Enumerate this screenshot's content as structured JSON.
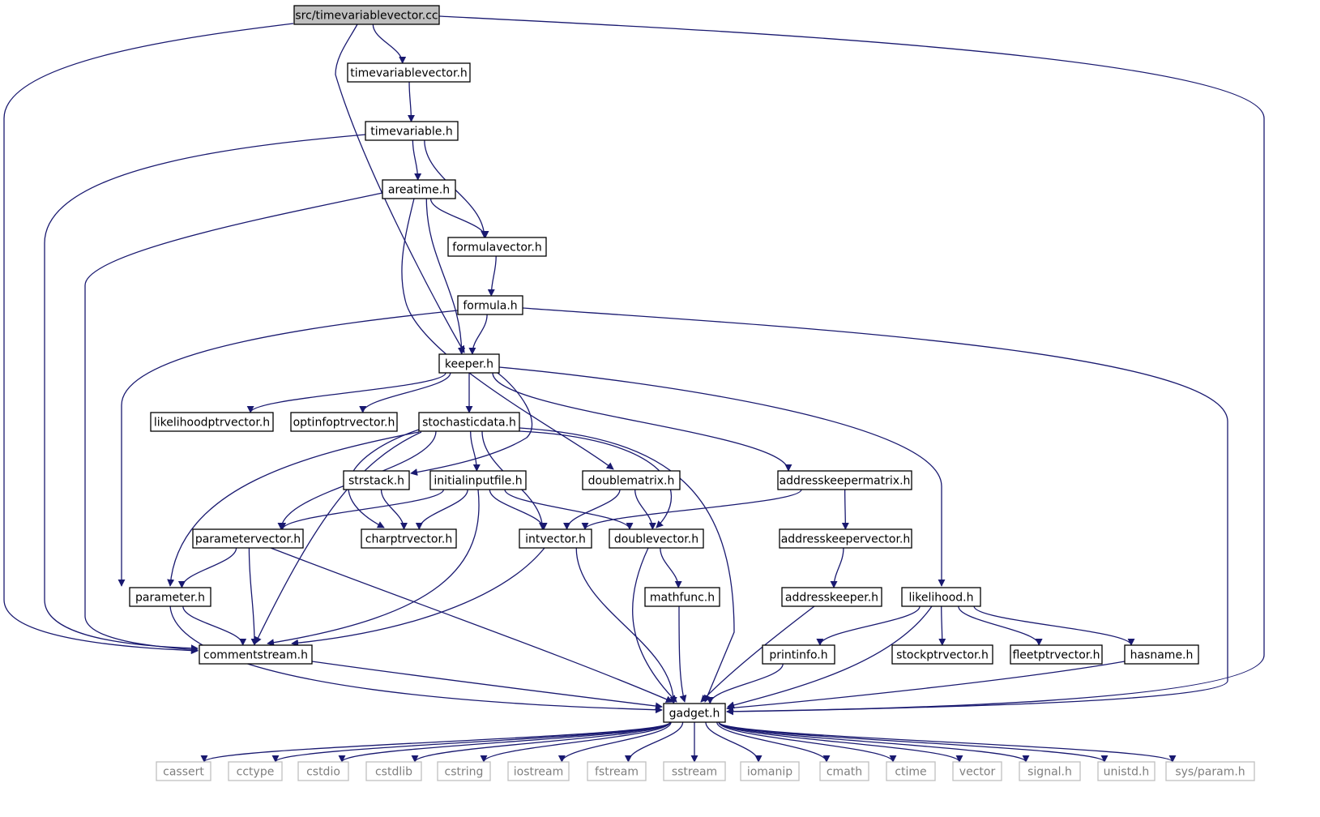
{
  "diagram": {
    "edge_color": "#191970",
    "root_fill": "#bfbfbf",
    "system_header_border": "#bfbfbf",
    "nodes": [
      {
        "id": "root",
        "label": "src/timevariablevector.cc",
        "kind": "root"
      },
      {
        "id": "tvv",
        "label": "timevariablevector.h",
        "kind": "local"
      },
      {
        "id": "tv",
        "label": "timevariable.h",
        "kind": "local"
      },
      {
        "id": "area",
        "label": "areatime.h",
        "kind": "local"
      },
      {
        "id": "fv",
        "label": "formulavector.h",
        "kind": "local"
      },
      {
        "id": "formula",
        "label": "formula.h",
        "kind": "local"
      },
      {
        "id": "keeper",
        "label": "keeper.h",
        "kind": "local"
      },
      {
        "id": "lpv",
        "label": "likelihoodptrvector.h",
        "kind": "local"
      },
      {
        "id": "oipv",
        "label": "optinfoptrvector.h",
        "kind": "local"
      },
      {
        "id": "sd",
        "label": "stochasticdata.h",
        "kind": "local"
      },
      {
        "id": "strstack",
        "label": "strstack.h",
        "kind": "local"
      },
      {
        "id": "iif",
        "label": "initialinputfile.h",
        "kind": "local"
      },
      {
        "id": "dm",
        "label": "doublematrix.h",
        "kind": "local"
      },
      {
        "id": "akm",
        "label": "addresskeepermatrix.h",
        "kind": "local"
      },
      {
        "id": "pv",
        "label": "parametervector.h",
        "kind": "local"
      },
      {
        "id": "cpv",
        "label": "charptrvector.h",
        "kind": "local"
      },
      {
        "id": "iv",
        "label": "intvector.h",
        "kind": "local"
      },
      {
        "id": "dv",
        "label": "doublevector.h",
        "kind": "local"
      },
      {
        "id": "akv",
        "label": "addresskeepervector.h",
        "kind": "local"
      },
      {
        "id": "param",
        "label": "parameter.h",
        "kind": "local"
      },
      {
        "id": "mf",
        "label": "mathfunc.h",
        "kind": "local"
      },
      {
        "id": "ak",
        "label": "addresskeeper.h",
        "kind": "local"
      },
      {
        "id": "lh",
        "label": "likelihood.h",
        "kind": "local"
      },
      {
        "id": "cs",
        "label": "commentstream.h",
        "kind": "local"
      },
      {
        "id": "pi",
        "label": "printinfo.h",
        "kind": "local"
      },
      {
        "id": "spv",
        "label": "stockptrvector.h",
        "kind": "local"
      },
      {
        "id": "fpv",
        "label": "fleetptrvector.h",
        "kind": "local"
      },
      {
        "id": "hn",
        "label": "hasname.h",
        "kind": "local"
      },
      {
        "id": "gadget",
        "label": "gadget.h",
        "kind": "local"
      },
      {
        "id": "cassert",
        "label": "cassert",
        "kind": "system"
      },
      {
        "id": "cctype",
        "label": "cctype",
        "kind": "system"
      },
      {
        "id": "cstdio",
        "label": "cstdio",
        "kind": "system"
      },
      {
        "id": "cstdlib",
        "label": "cstdlib",
        "kind": "system"
      },
      {
        "id": "cstring",
        "label": "cstring",
        "kind": "system"
      },
      {
        "id": "iostream",
        "label": "iostream",
        "kind": "system"
      },
      {
        "id": "fstream",
        "label": "fstream",
        "kind": "system"
      },
      {
        "id": "sstream",
        "label": "sstream",
        "kind": "system"
      },
      {
        "id": "iomanip",
        "label": "iomanip",
        "kind": "system"
      },
      {
        "id": "cmath",
        "label": "cmath",
        "kind": "system"
      },
      {
        "id": "ctime",
        "label": "ctime",
        "kind": "system"
      },
      {
        "id": "vector",
        "label": "vector",
        "kind": "system"
      },
      {
        "id": "signal",
        "label": "signal.h",
        "kind": "system"
      },
      {
        "id": "unistd",
        "label": "unistd.h",
        "kind": "system"
      },
      {
        "id": "sysparam",
        "label": "sys/param.h",
        "kind": "system"
      }
    ],
    "edges": [
      [
        "root",
        "tvv"
      ],
      [
        "root",
        "keeper"
      ],
      [
        "root",
        "cs"
      ],
      [
        "root",
        "gadget"
      ],
      [
        "tvv",
        "tv"
      ],
      [
        "tv",
        "area"
      ],
      [
        "tv",
        "fv"
      ],
      [
        "tv",
        "cs"
      ],
      [
        "area",
        "fv"
      ],
      [
        "area",
        "keeper"
      ],
      [
        "area",
        "dm"
      ],
      [
        "area",
        "cs"
      ],
      [
        "fv",
        "formula"
      ],
      [
        "formula",
        "keeper"
      ],
      [
        "formula",
        "param"
      ],
      [
        "formula",
        "gadget"
      ],
      [
        "keeper",
        "lpv"
      ],
      [
        "keeper",
        "oipv"
      ],
      [
        "keeper",
        "sd"
      ],
      [
        "keeper",
        "strstack"
      ],
      [
        "keeper",
        "akm"
      ],
      [
        "keeper",
        "lh"
      ],
      [
        "sd",
        "iif"
      ],
      [
        "sd",
        "pv"
      ],
      [
        "sd",
        "param"
      ],
      [
        "sd",
        "cs"
      ],
      [
        "sd",
        "cpv"
      ],
      [
        "sd",
        "iv"
      ],
      [
        "sd",
        "dv"
      ],
      [
        "sd",
        "gadget"
      ],
      [
        "strstack",
        "cpv"
      ],
      [
        "iif",
        "pv"
      ],
      [
        "iif",
        "cpv"
      ],
      [
        "iif",
        "iv"
      ],
      [
        "iif",
        "dv"
      ],
      [
        "iif",
        "cs"
      ],
      [
        "dm",
        "iv"
      ],
      [
        "dm",
        "dv"
      ],
      [
        "akm",
        "iv"
      ],
      [
        "akm",
        "akv"
      ],
      [
        "pv",
        "param"
      ],
      [
        "pv",
        "cs"
      ],
      [
        "pv",
        "gadget"
      ],
      [
        "iv",
        "cs"
      ],
      [
        "iv",
        "gadget"
      ],
      [
        "dv",
        "mf"
      ],
      [
        "dv",
        "gadget"
      ],
      [
        "akv",
        "ak"
      ],
      [
        "param",
        "cs"
      ],
      [
        "param",
        "gadget"
      ],
      [
        "mf",
        "gadget"
      ],
      [
        "ak",
        "gadget"
      ],
      [
        "lh",
        "pi"
      ],
      [
        "lh",
        "spv"
      ],
      [
        "lh",
        "fpv"
      ],
      [
        "lh",
        "hn"
      ],
      [
        "lh",
        "gadget"
      ],
      [
        "cs",
        "gadget"
      ],
      [
        "pi",
        "gadget"
      ],
      [
        "hn",
        "gadget"
      ],
      [
        "gadget",
        "cassert"
      ],
      [
        "gadget",
        "cctype"
      ],
      [
        "gadget",
        "cstdio"
      ],
      [
        "gadget",
        "cstdlib"
      ],
      [
        "gadget",
        "cstring"
      ],
      [
        "gadget",
        "iostream"
      ],
      [
        "gadget",
        "fstream"
      ],
      [
        "gadget",
        "sstream"
      ],
      [
        "gadget",
        "iomanip"
      ],
      [
        "gadget",
        "cmath"
      ],
      [
        "gadget",
        "ctime"
      ],
      [
        "gadget",
        "vector"
      ],
      [
        "gadget",
        "signal"
      ],
      [
        "gadget",
        "unistd"
      ],
      [
        "gadget",
        "sysparam"
      ]
    ]
  }
}
